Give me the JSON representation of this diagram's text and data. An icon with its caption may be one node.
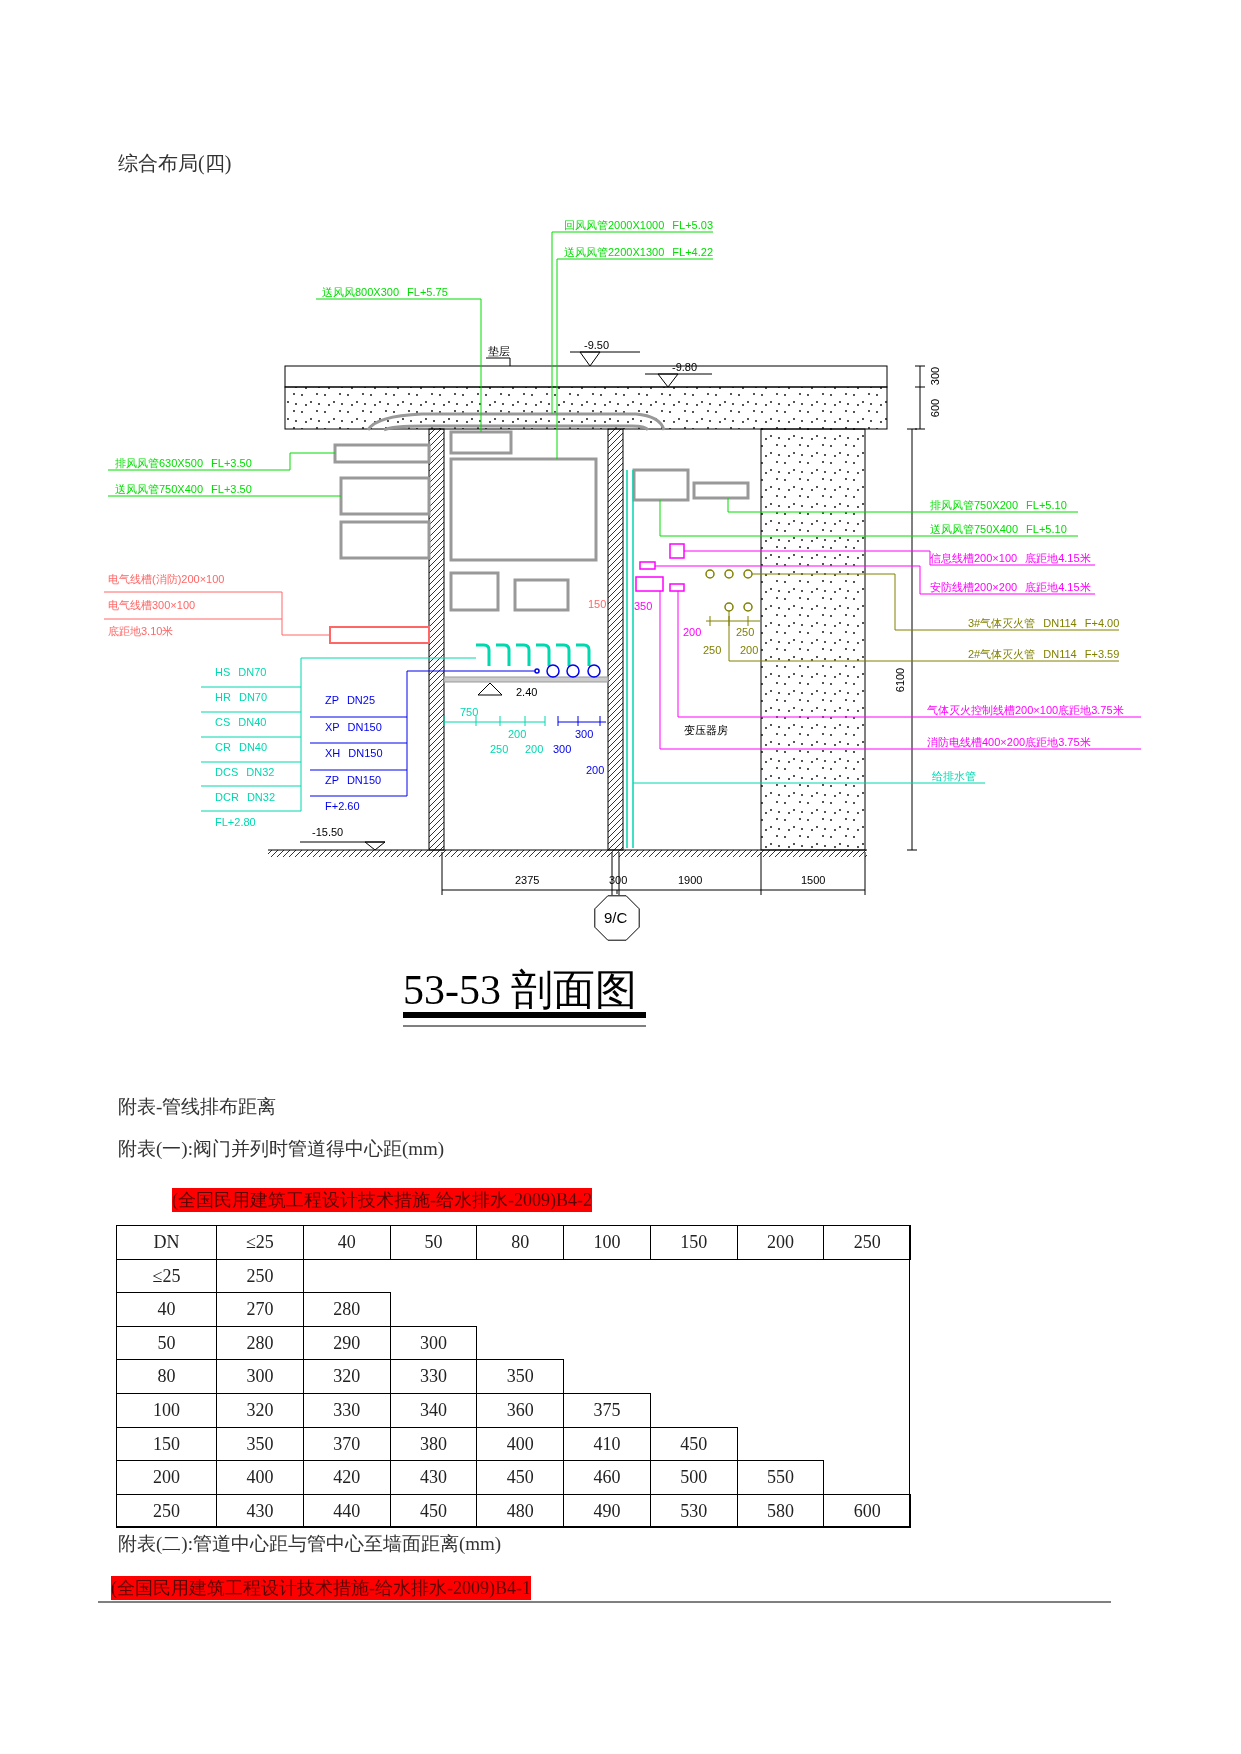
{
  "diagram": {
    "title": "综合布局(四)",
    "nodes": [
      {
        "text": [
          "回风风管2000X1000 FL+5.03"
        ]
      },
      {
        "text": [
          "送风风管2200X1300 FL+4.22"
        ]
      },
      {
        "text": [
          "送风风800X300 FL+5.75"
        ]
      },
      {
        "text": [
          "排风风管630X500 FL+3.50"
        ]
      },
      {
        "text": [
          "送风风管750X400 FL+3.50"
        ]
      },
      {
        "text": [
          "电气线槽(消防)200×100",
          "电气线槽300×100",
          "底距地3.10米"
        ]
      },
      {
        "text": [
          "HS DN70",
          "HR DN70",
          "CS DN40",
          "CR DN40",
          "DCS DN32",
          "DCR DN32",
          "FL+2.80"
        ]
      },
      {
        "text": [
          "ZP DN25",
          "XP DN150",
          "XH DN150",
          "ZP DN150",
          "F+2.60"
        ]
      },
      {
        "text": [
          "排风风管750X200 FL+5.10"
        ]
      },
      {
        "text": [
          "送风风管750X400 FL+5.10"
        ]
      },
      {
        "text": [
          "信息线槽200×100 底距地4.15米"
        ]
      },
      {
        "text": [
          "安防线槽200×200 底距地4.15米"
        ]
      },
      {
        "text": [
          "3#气体灭火管 DN114 F+4.00"
        ]
      },
      {
        "text": [
          "2#气体灭火管 DN114 F+3.59"
        ]
      },
      {
        "text": [
          "气体灭火控制线槽200×100底距地3.75米"
        ]
      },
      {
        "text": [
          "消防电线槽400×200底距地3.75米"
        ]
      },
      {
        "text": [
          "给排水管"
        ]
      },
      {
        "text": [],
        "shape": "box"
      },
      {
        "text": [],
        "shape": "box"
      },
      {
        "text": [],
        "shape": "box"
      },
      {
        "text": [],
        "shape": "box"
      },
      {
        "text": [],
        "shape": "box"
      },
      {
        "text": [],
        "shape": "box"
      },
      {
        "text": [],
        "shape": "pipe"
      },
      {
        "text": [],
        "shape": "circle"
      },
      {
        "text": [],
        "shape": "box"
      },
      {
        "text": [],
        "shape": "box"
      },
      {
        "text": [],
        "shape": "box"
      },
      {
        "text": [],
        "shape": "box"
      },
      {
        "text": [],
        "shape": "circle"
      },
      {
        "text": [],
        "shape": "circle"
      },
      {
        "text": [],
        "shape": "box"
      },
      {
        "text": [],
        "shape": "box"
      },
      {
        "text": [],
        "shape": "pipe"
      },
      {
        "text": [
          "垫层"
        ]
      },
      {
        "text": [],
        "shape": "box"
      }
    ],
    "edges": [
      {
        "from": 0,
        "to": 17,
        "arrow": "none"
      },
      {
        "from": 1,
        "to": 18,
        "arrow": "none"
      },
      {
        "from": 2,
        "to": 19,
        "arrow": "none"
      },
      {
        "from": 3,
        "to": 20,
        "arrow": "none"
      },
      {
        "from": 4,
        "to": 21,
        "arrow": "none"
      },
      {
        "from": 5,
        "to": 22,
        "arrow": "none",
        "color": "#ff6666"
      },
      {
        "from": 6,
        "to": 23,
        "arrow": "none",
        "color": "#00d8b0"
      },
      {
        "from": 7,
        "to": 24,
        "arrow": "none",
        "color": "#0000ee"
      },
      {
        "from": 8,
        "to": 25,
        "arrow": "none"
      },
      {
        "from": 9,
        "to": 26,
        "arrow": "none"
      },
      {
        "from": 10,
        "to": 27,
        "arrow": "none",
        "color": "#ff00ff"
      },
      {
        "from": 11,
        "to": 28,
        "arrow": "none",
        "color": "#ff00ff"
      },
      {
        "from": 12,
        "to": 29,
        "arrow": "none",
        "color": "#808000"
      },
      {
        "from": 13,
        "to": 30,
        "arrow": "none",
        "color": "#808000"
      },
      {
        "from": 14,
        "to": 31,
        "arrow": "none",
        "color": "#ff00ff"
      },
      {
        "from": 15,
        "to": 32,
        "arrow": "none",
        "color": "#ff00ff"
      },
      {
        "from": 16,
        "to": 33,
        "arrow": "none",
        "color": "#00d8b0"
      },
      {
        "from": 34,
        "to": 35,
        "arrow": "none",
        "color": "#000000"
      }
    ],
    "labels": [
      "-9.50",
      "-9.80",
      "300",
      "600",
      "6100",
      "-15.50",
      "150",
      "350",
      "200",
      "250",
      "250",
      "200",
      "750",
      "200",
      "250",
      "200",
      "2.40",
      "300",
      "300",
      "200",
      "变压器房",
      "2375",
      "300",
      "1900",
      "1500",
      "9/C",
      "53-53 剖面图",
      "附表-管线排布距离",
      "附表(一):阀门并列时管道得中心距(mm)",
      "(全国民用建筑工程设计技术措施-给水排水-2009)B4-2",
      "DN",
      "≤25",
      "40",
      "50",
      "80",
      "100",
      "150",
      "200",
      "250",
      "≤25",
      "250",
      "40",
      "270",
      "280",
      "50",
      "280",
      "290",
      "300",
      "80",
      "300",
      "320",
      "330",
      "350",
      "100",
      "320",
      "330",
      "340",
      "360",
      "375",
      "150",
      "350",
      "370",
      "380",
      "400",
      "410",
      "450",
      "200",
      "400",
      "420",
      "430",
      "450",
      "460",
      "500",
      "550",
      "250",
      "430",
      "440",
      "450",
      "480",
      "490",
      "530",
      "580",
      "600",
      "附表(二):管道中心距与管中心至墙面距离(mm)",
      "(全国民用建筑工程设计技术措施-给水排水-2009)B4-1"
    ]
  }
}
